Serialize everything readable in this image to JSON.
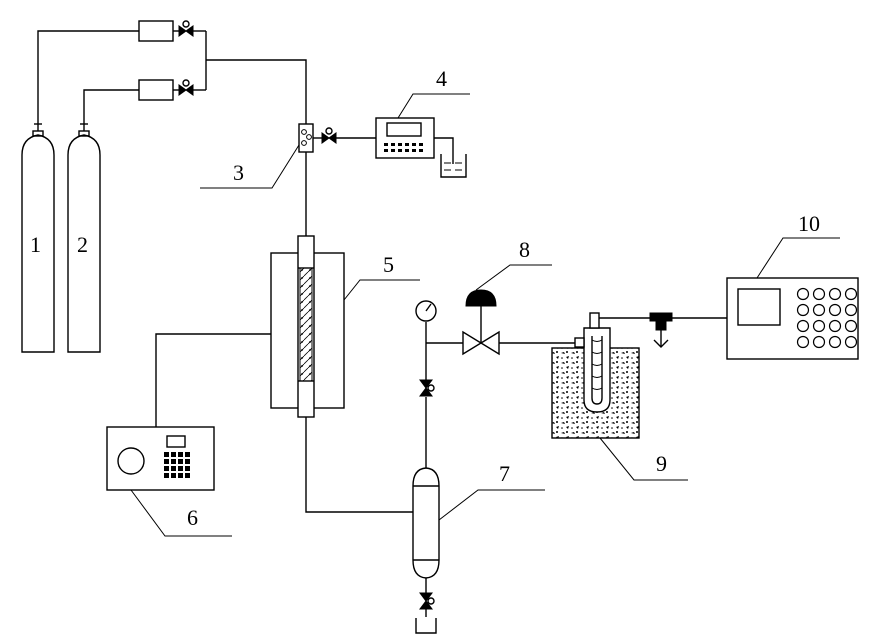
{
  "labels": {
    "cylinder1": "1",
    "cylinder2": "2",
    "mixer": "3",
    "pump": "4",
    "reactor": "5",
    "temp_controller": "6",
    "separator": "7",
    "back_pressure_valve": "8",
    "cold_trap": "9",
    "gas_chromatograph": "10"
  }
}
